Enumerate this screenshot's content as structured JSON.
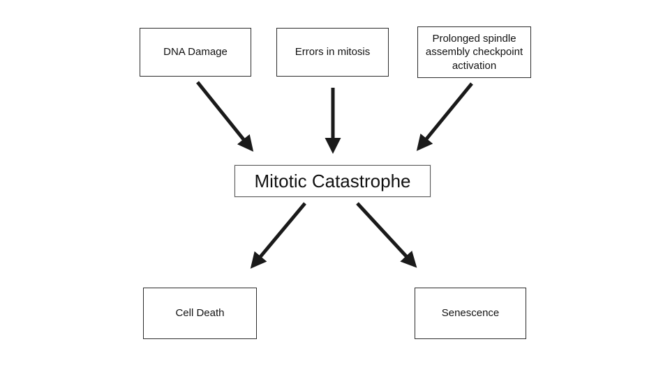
{
  "diagram": {
    "causes": [
      {
        "label": "DNA Damage"
      },
      {
        "label": "Errors in mitosis"
      },
      {
        "label": "Prolonged spindle assembly checkpoint activation"
      }
    ],
    "center": {
      "label": "Mitotic Catastrophe"
    },
    "outcomes": [
      {
        "label": "Cell Death"
      },
      {
        "label": "Senescence"
      }
    ],
    "colors": {
      "background": "#ffffff",
      "box_fill": "#ffffff",
      "box_border": "#2b2b2b",
      "arrow": "#1a1a1a"
    }
  }
}
